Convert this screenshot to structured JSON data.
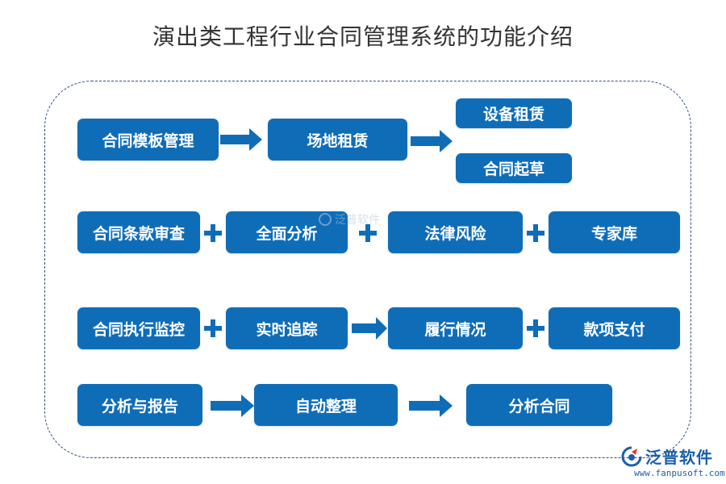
{
  "title": "演出类工程行业合同管理系统的功能介绍",
  "rows": {
    "row1": {
      "start": "合同模板管理",
      "mid": "场地租赁",
      "branch_top": "设备租赁",
      "branch_bottom": "合同起草"
    },
    "row2": [
      "合同条款审查",
      "全面分析",
      "法律风险",
      "专家库"
    ],
    "row3": [
      "合同执行监控",
      "实时追踪",
      "履行情况",
      "款项支付"
    ],
    "row4": [
      "分析与报告",
      "自动整理",
      "分析合同"
    ]
  },
  "watermark": "泛普软件",
  "logo": {
    "name": "泛普软件",
    "url": "www.fanpusoft.com"
  },
  "colors": {
    "box": "#0f6db8",
    "frame": "#2d4f86",
    "logo": "#1a5fa8"
  }
}
